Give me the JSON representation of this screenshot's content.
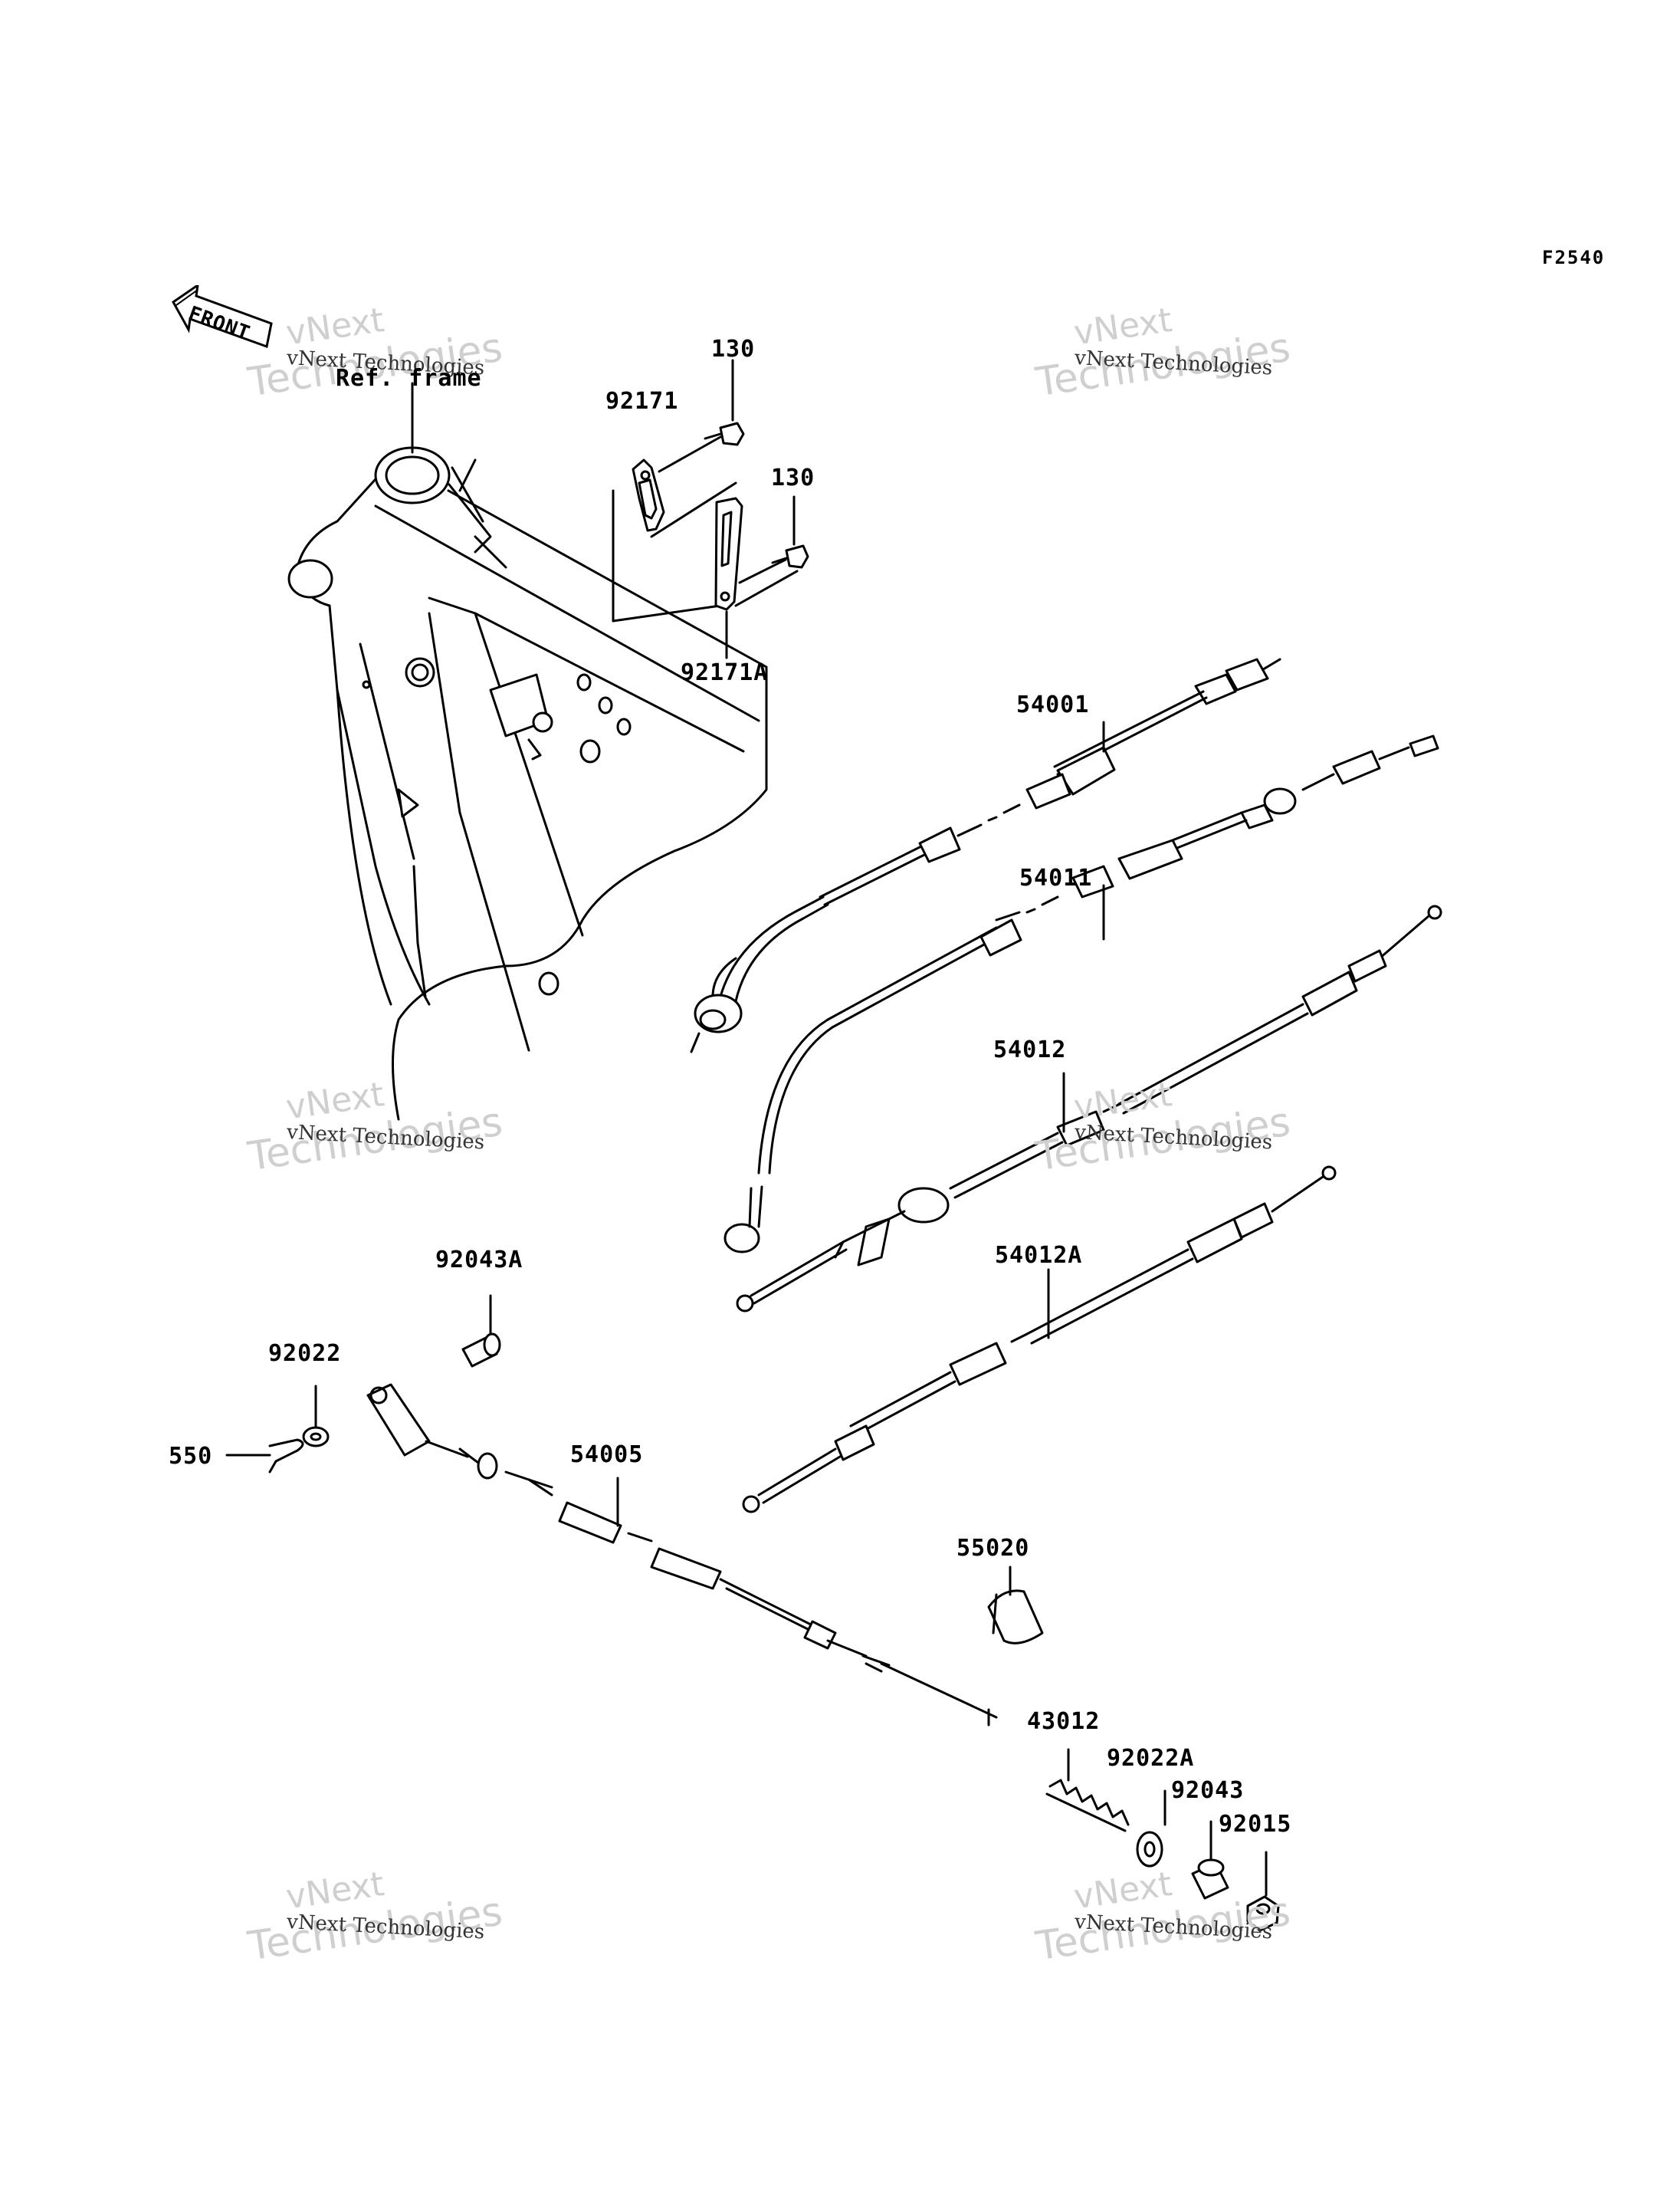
{
  "figure_code": "F2540",
  "front_label": "FRONT",
  "ref_label": "Ref. frame",
  "watermark": {
    "line1": "vNext",
    "line2": "Technologies",
    "line3": "vNext Technologies"
  },
  "callouts": {
    "c130a": "130",
    "c92171": "92171",
    "c130b": "130",
    "c92171A": "92171A",
    "c54001": "54001",
    "c54011": "54011",
    "c54012": "54012",
    "c54012A": "54012A",
    "c92043A": "92043A",
    "c92022": "92022",
    "c550": "550",
    "c54005": "54005",
    "c55020": "55020",
    "c43012": "43012",
    "c92022A": "92022A",
    "c92043": "92043",
    "c92015": "92015"
  }
}
